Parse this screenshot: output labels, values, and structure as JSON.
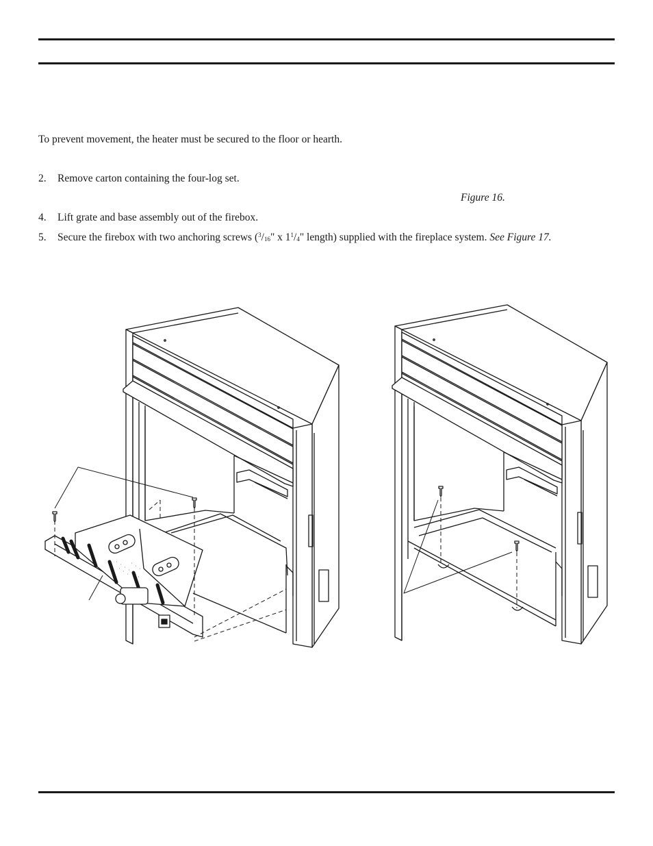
{
  "intro": "To prevent movement, the heater must be secured to the floor or hearth.",
  "steps": [
    {
      "num": "2.",
      "text": "Remove carton containing the four-log set."
    },
    {
      "num": "4.",
      "text": "Lift grate and base assembly out of the firebox."
    },
    {
      "num": "5.",
      "text_before": "Secure the firebox with two anchoring screws (",
      "frac1_num": "3",
      "frac1_den": "16",
      "text_mid": "\" x 1",
      "frac2_num": "1",
      "frac2_den": "4",
      "text_after": "\" length) supplied with the fireplace system. ",
      "ref": "See Figure 17."
    }
  ],
  "figure16_ref": "Figure 16.",
  "colors": {
    "ink": "#1a1a1a",
    "paper": "#ffffff"
  }
}
